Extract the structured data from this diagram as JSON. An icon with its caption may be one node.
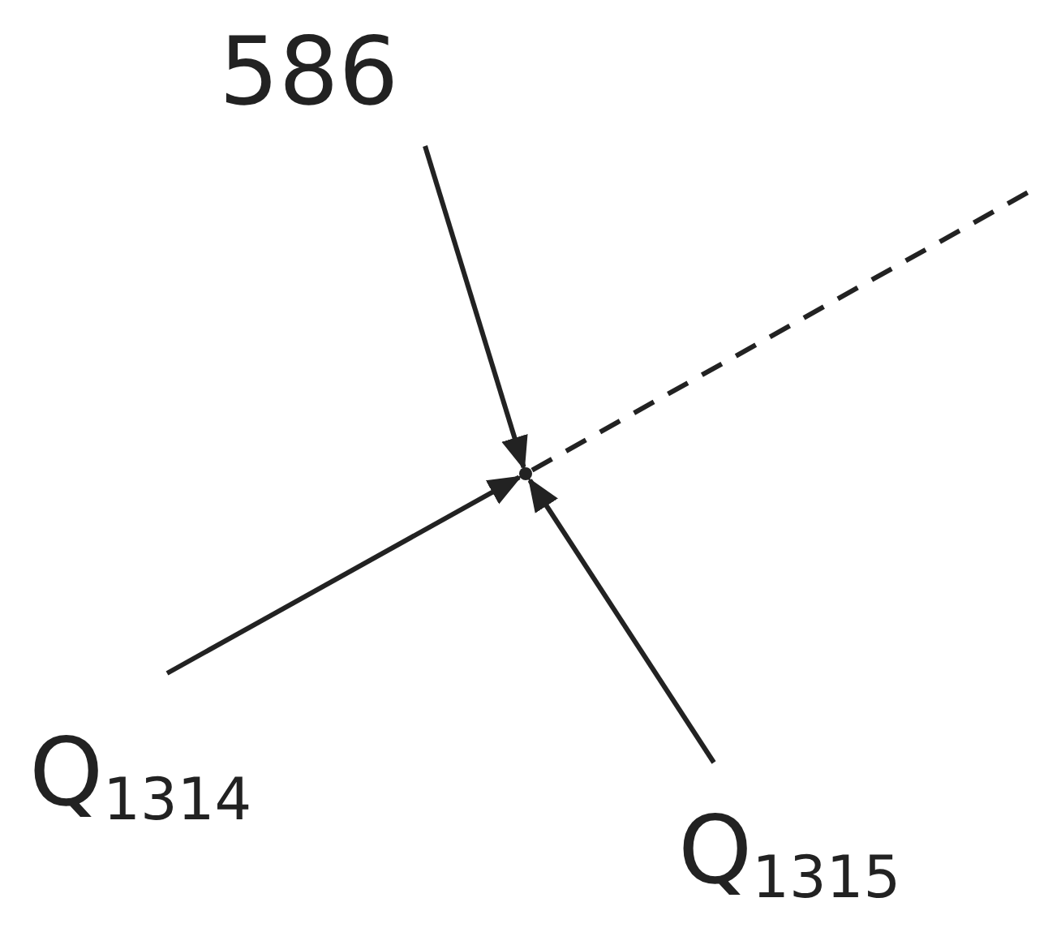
{
  "diagram": {
    "nodes": [
      {
        "text": [
          "586"
        ]
      },
      {
        "text": [],
        "shape": "point"
      },
      {
        "text": [
          "Q$_{1314}$"
        ]
      },
      {
        "text": [
          "Q$_{1315}$"
        ]
      }
    ],
    "edges": [
      {
        "from": 0,
        "to": 1,
        "arrow": "to"
      },
      {
        "from": 2,
        "to": 1,
        "arrow": "to"
      },
      {
        "from": 3,
        "to": 1,
        "arrow": "to"
      },
      {
        "from": 1,
        "to": null,
        "arrow": "none",
        "style": "dashed"
      }
    ]
  }
}
